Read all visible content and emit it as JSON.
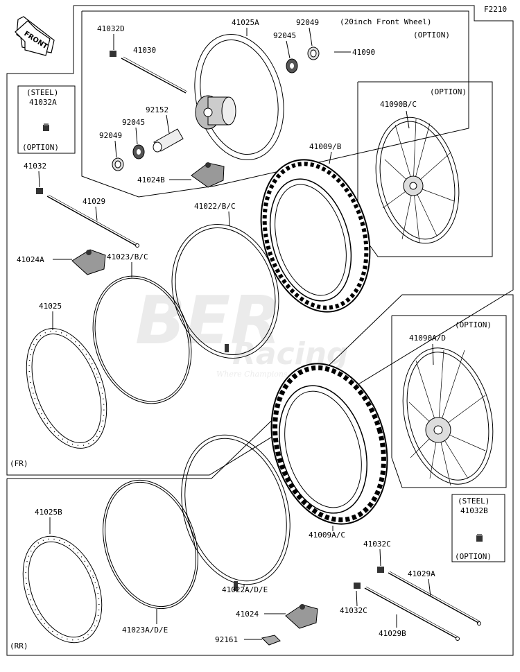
{
  "diagram_code": "F2210",
  "direction_label": "FRONT",
  "watermark": {
    "brand": "BER",
    "sub": "Racing",
    "tagline": "Where Champions ..."
  },
  "sections": {
    "front": "(FR)",
    "rear": "(RR)"
  },
  "option_box_front_wheel": {
    "line1": "(20inch Front Wheel)",
    "line2": "(OPTION)"
  },
  "steel_box_a": {
    "top": "(STEEL)",
    "part": "41032A",
    "bottom": "(OPTION)"
  },
  "steel_box_b": {
    "top": "(STEEL)",
    "part": "41032B",
    "bottom": "(OPTION)"
  },
  "option_wheel_bc": {
    "tag": "(OPTION)",
    "part": "41090B/C"
  },
  "option_wheel_ad": {
    "tag": "(OPTION)",
    "part": "41090A/D"
  },
  "parts": {
    "p41032D": "41032D",
    "p41030": "41030",
    "p41025A": "41025A",
    "p92049_top": "92049",
    "p92045_top": "92045",
    "p41090": "41090",
    "p92152": "92152",
    "p92045_left": "92045",
    "p92049_left": "92049",
    "p41024B": "41024B",
    "p41032": "41032",
    "p41029": "41029",
    "p41022BC": "41022/B/C",
    "p41009B": "41009/B",
    "p41024A": "41024A",
    "p41023BC": "41023/B/C",
    "p41025": "41025",
    "p41009AC": "41009A/C",
    "p41025B": "41025B",
    "p41022ADE": "41022A/D/E",
    "p41023ADE": "41023A/D/E",
    "p41024": "41024",
    "p92161": "92161",
    "p41032C_top": "41032C",
    "p41029A": "41029A",
    "p41032C_bottom": "41032C",
    "p41029B": "41029B"
  }
}
